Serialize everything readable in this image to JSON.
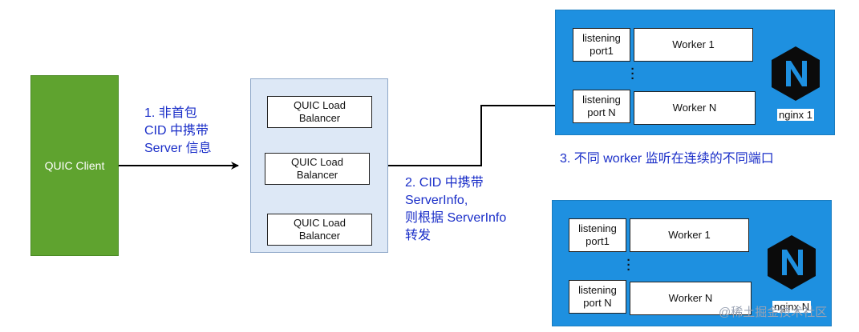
{
  "client": {
    "label": "QUIC Client"
  },
  "load_balancers": [
    "QUIC Load\nBalancer",
    "QUIC Load\nBalancer",
    "QUIC Load\nBalancer"
  ],
  "annotations": {
    "step1": "1. 非首包\nCID 中携带\nServer 信息",
    "step2": "2. CID 中携带\nServerInfo,\n则根据 ServerInfo\n转发",
    "step3": "3. 不同 worker 监听在连续的不同端口"
  },
  "nginx_instances": [
    {
      "name": "nginx 1",
      "rows": [
        {
          "port": "listening\nport1",
          "worker": "Worker 1"
        },
        {
          "port": "listening\nport N",
          "worker": "Worker N"
        }
      ],
      "dots": "⋮"
    },
    {
      "name": "nginx N",
      "rows": [
        {
          "port": "listening\nport1",
          "worker": "Worker 1"
        },
        {
          "port": "listening\nport N",
          "worker": "Worker N"
        }
      ],
      "dots": "⋮"
    }
  ],
  "watermark": "@稀土掘金技术社区",
  "colors": {
    "client": "#5fa32f",
    "lb_panel": "#dde8f6",
    "nginx_panel": "#1e90e0",
    "annotation": "#1a2ec8"
  }
}
